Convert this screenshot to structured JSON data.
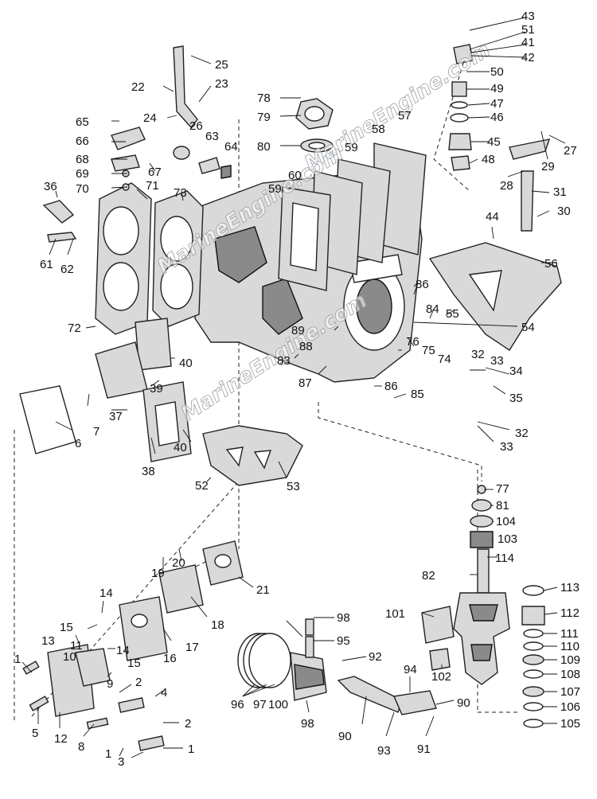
{
  "watermark": "MarineEngine.com",
  "callouts": [
    "1",
    "2",
    "3",
    "4",
    "5",
    "6",
    "7",
    "8",
    "9",
    "10",
    "11",
    "12",
    "13",
    "14",
    "15",
    "16",
    "17",
    "18",
    "19",
    "20",
    "21",
    "22",
    "23",
    "24",
    "25",
    "26",
    "27",
    "28",
    "29",
    "30",
    "31",
    "32",
    "33",
    "34",
    "35",
    "36",
    "37",
    "38",
    "39",
    "40",
    "41",
    "42",
    "43",
    "44",
    "45",
    "46",
    "47",
    "48",
    "49",
    "50",
    "51",
    "52",
    "53",
    "54",
    "55",
    "56",
    "57",
    "58",
    "59",
    "60",
    "61",
    "62",
    "63",
    "64",
    "65",
    "66",
    "67",
    "68",
    "69",
    "70",
    "71",
    "72",
    "73",
    "74",
    "75",
    "76",
    "77",
    "78",
    "79",
    "80",
    "81",
    "82",
    "83",
    "84",
    "85",
    "86",
    "87",
    "88",
    "89",
    "90",
    "91",
    "92",
    "93",
    "94",
    "95",
    "96",
    "97",
    "98",
    "100",
    "101",
    "102",
    "103",
    "104",
    "105",
    "106",
    "107",
    "108",
    "109",
    "110",
    "111",
    "112",
    "113",
    "114"
  ]
}
